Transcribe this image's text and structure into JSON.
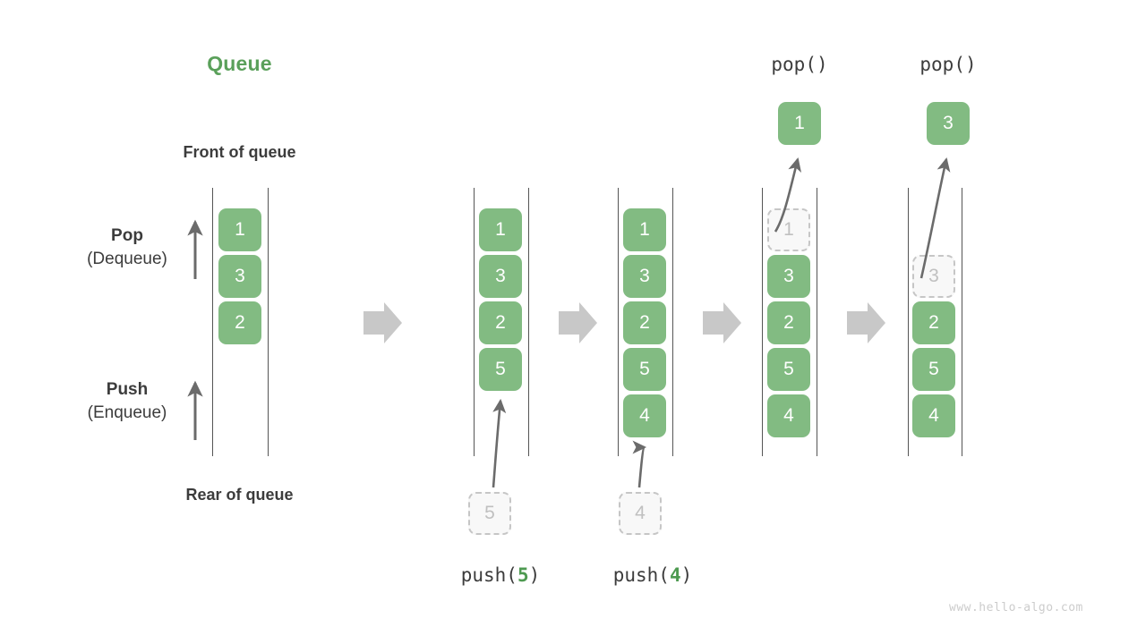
{
  "diagram": {
    "title": "Queue",
    "title_color": "#5aa05a",
    "labels": {
      "front_of_queue": "Front of queue",
      "rear_of_queue": "Rear of queue",
      "pop_main": "Pop",
      "pop_sub": "(Dequeue)",
      "push_main": "Push",
      "push_sub": "(Enqueue)"
    },
    "watermark": "www.hello-algo.com",
    "colors": {
      "cell_fill": "#82bb82",
      "cell_text": "#ffffff",
      "ghost_fill": "#f8f8f8",
      "ghost_border": "#c6c6c6",
      "ghost_text": "#c0c0c0",
      "rail": "#555555",
      "arrow_gray": "#c8c8c8",
      "curve_arrow": "#6b6b6b",
      "text": "#3c3c3c",
      "accent_green": "#4e9a51"
    },
    "steps": [
      {
        "id": "initial",
        "caption": "",
        "caption_parts": null,
        "cells": [
          "1",
          "3",
          "2"
        ],
        "ghost_top": null,
        "incoming": null
      },
      {
        "id": "push-5",
        "caption": "push(5)",
        "caption_parts": {
          "prefix": "push(",
          "num": "5",
          "suffix": ")"
        },
        "cells": [
          "1",
          "3",
          "2",
          "5"
        ],
        "ghost_top": null,
        "incoming": "5"
      },
      {
        "id": "push-4",
        "caption": "push(4)",
        "caption_parts": {
          "prefix": "push(",
          "num": "4",
          "suffix": ")"
        },
        "cells": [
          "1",
          "3",
          "2",
          "5",
          "4"
        ],
        "ghost_top": null,
        "incoming": "4"
      },
      {
        "id": "pop-1",
        "caption": "pop()",
        "caption_parts": null,
        "cells": [
          "3",
          "2",
          "5",
          "4"
        ],
        "ghost_top": "1",
        "popped": "1"
      },
      {
        "id": "pop-3",
        "caption": "pop()",
        "caption_parts": null,
        "cells": [
          "2",
          "5",
          "4"
        ],
        "ghost_top": "3",
        "popped": "3"
      }
    ],
    "pop_call_label": "pop()"
  }
}
